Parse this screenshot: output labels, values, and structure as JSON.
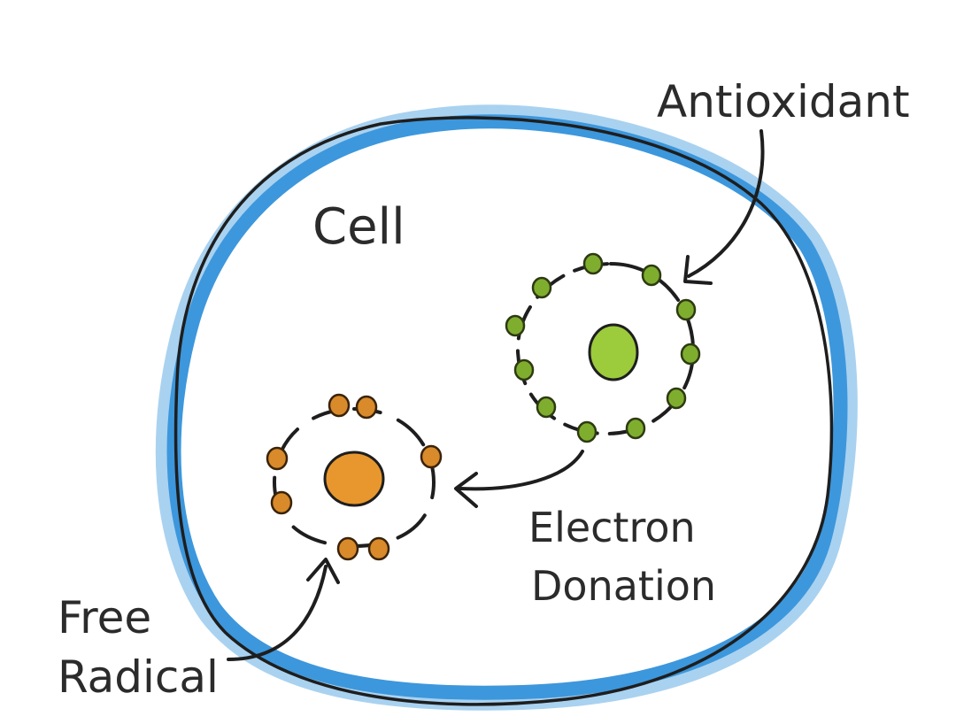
{
  "labels": {
    "cell": "Cell",
    "antioxidant": "Antioxidant",
    "electron_donation_line1": "Electron",
    "electron_donation_line2": "Donation",
    "free_radical_line1": "Free",
    "free_radical_line2": "Radical"
  },
  "colors": {
    "membrane": "#3d97dc",
    "membrane_light": "#a9d2f0",
    "outline": "#1e1e1e",
    "antioxidant_fill": "#9ccb3c",
    "antioxidant_electron": "#7fae2f",
    "free_radical_fill": "#e8972e",
    "free_radical_electron": "#d98a2a",
    "text": "#2b2b2b"
  }
}
